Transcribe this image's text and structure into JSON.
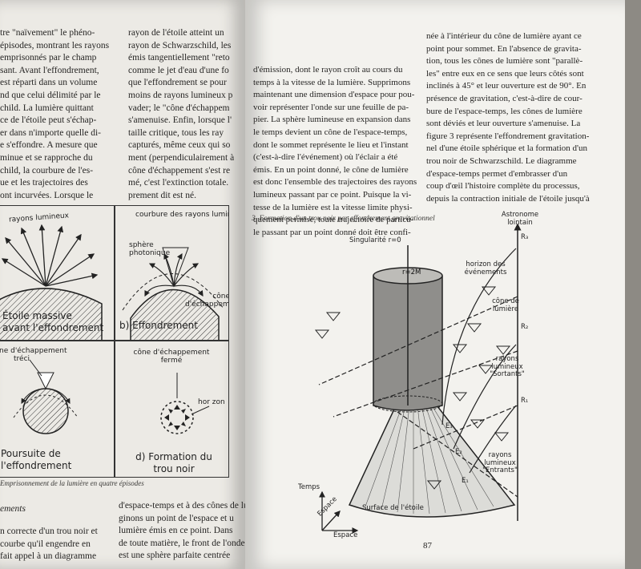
{
  "left_page": {
    "col1_lines": [
      "tre \"naïvement\" le phéno-",
      "épisodes, montrant les rayons",
      "emprisonnés par le champ",
      "sant. Avant l'effondrement,",
      "est réparti dans un volume",
      "nd que celui délimité par le",
      "child. La lumière quittant",
      "ce de l'étoile peut s'échap-",
      "er dans n'importe quelle di-",
      "e s'effondre. A mesure que",
      "minue et se rapproche du",
      "child, la courbure de l'es-",
      "ue et les trajectoires des",
      "ont incurvées. Lorsque le"
    ],
    "col2_lines": [
      "rayon de l'étoile atteint un",
      "rayon de Schwarzschild, les",
      "émis tangentiellement \"reto",
      "comme le jet d'eau d'une fo",
      "que l'effondrement se pour",
      "moins de rayons lumineux p",
      "vader; le \"cône d'échappem",
      "s'amenuise. Enfin, lorsque l'",
      "taille critique, tous les ray",
      "capturés, même ceux qui so",
      "ment (perpendiculairement à",
      "cône d'échappement s'est re",
      "mé, c'est l'extinction totale.",
      "prement dit est né."
    ],
    "figure": {
      "panel_a": {
        "top_label": "rayons lumineux",
        "caption_lines": [
          "Étoile massive",
          "avant l'effondrement"
        ]
      },
      "panel_b": {
        "label_top": "courbure des rayons lumineux",
        "label_sphere": "sphère photonique",
        "label_cone": "cône d'échappement",
        "caption": "b) Effondrement"
      },
      "panel_c": {
        "label_top": "ne d'échappement",
        "label_top2": "tréci",
        "caption_lines": [
          "Poursuite de",
          "l'effondrement"
        ]
      },
      "panel_d": {
        "label_top": "cône d'échappement fermé",
        "label_horizon": "hor zon",
        "caption_lines": [
          "d) Formation du",
          "trou noir"
        ]
      }
    },
    "caption": "Emprisonnement de la lumière en quatre épisodes",
    "section_fragment": "ements",
    "bottom_col1": [
      "n correcte d'un trou noir et",
      "courbe qu'il engendre en",
      "fait appel à un diagramme"
    ],
    "bottom_col2": [
      "d'espace-temps et à des cônes de lumi",
      "ginons un point de l'espace et u",
      "lumière émis en ce point. Dans",
      "de toute matière, le front de l'onde",
      "est une sphère parfaite centrée"
    ]
  },
  "right_page": {
    "col1_lines": [
      "d'émission, dont le rayon croît au cours du",
      "temps à la vitesse de la lumière. Supprimons",
      "maintenant une dimension d'espace pour pou-",
      "voir représenter l'onde sur une feuille de pa-",
      "pier. La sphère lumineuse en expansion dans",
      "le temps devient un cône de l'espace-temps,",
      "dont le sommet représente le lieu et l'instant",
      "(c'est-à-dire l'événement) où l'éclair a été",
      "émis. En un point donné, le cône de lumière",
      "est donc l'ensemble des trajectoires des rayons",
      "lumineux passant par ce point. Puisque la vi-",
      "tesse de la lumière est la vitesse limite physi-",
      "quement permise, toute trajectoire de particu-",
      "le passant par un point donné doit être confi-"
    ],
    "col2_lines": [
      "née à l'intérieur du cône de lumière ayant ce",
      "point pour sommet. En l'absence de gravita-",
      "tion, tous les cônes de lumière sont \"parallè-",
      "les\" entre eux en ce sens que leurs côtés sont",
      "inclinés à 45° et leur ouverture est de 90°. En",
      "présence de gravitation, c'est-à-dire de cour-",
      "bure de l'espace-temps, les cônes de lumière",
      "sont déviés et leur ouverture s'amenuise. La",
      "figure 3 représente l'effondrement gravitation-",
      "nel d'une étoile sphérique et la formation d'un",
      "trou noir de Schwarzschild. Le diagramme",
      "d'espace-temps permet d'embrasser d'un",
      "coup d'œil l'histoire complète du processus,",
      "depuis la contraction initiale de l'étoile jusqu'à"
    ],
    "figure_caption": "3. Formation d'un trou noir par effondrement gravitationnel",
    "diagram": {
      "singularity": "Singularité r=0",
      "r_label": "r=2M",
      "horizon": "horizon des événements",
      "cone": "cône de lumière",
      "outgoing": "rayons lumineux \"Sortants\"",
      "incoming": "rayons lumineux \"Entrants\"",
      "observer": "Astronome lointain",
      "surface": "Surface de l'étoile",
      "axis_time": "Temps",
      "axis_space1": "Espace",
      "axis_space2": "Espace",
      "r_labels": [
        "R₃",
        "R₂",
        "R₁"
      ],
      "e_labels": [
        "E₃",
        "E₂",
        "E₁"
      ]
    },
    "page_number": "87"
  }
}
